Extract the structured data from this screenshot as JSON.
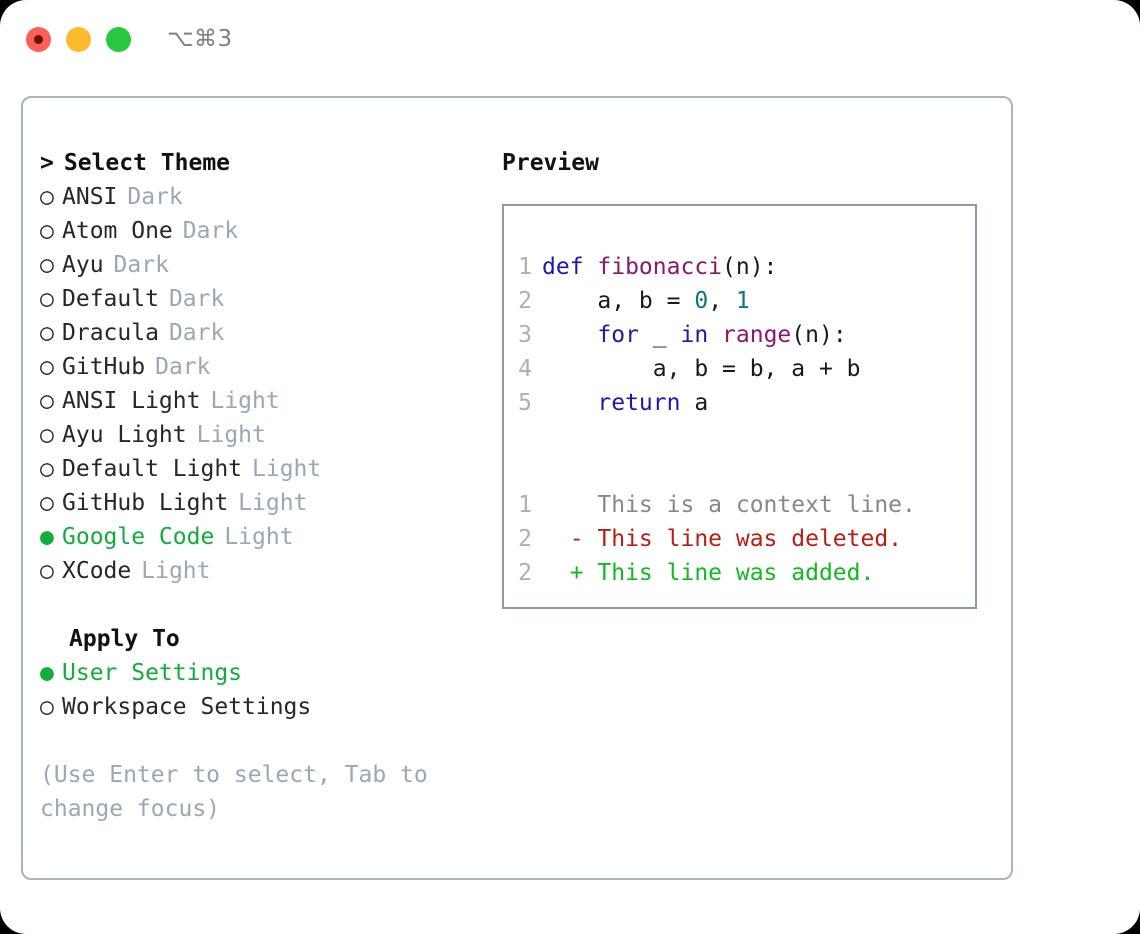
{
  "window": {
    "title": "⌥⌘3",
    "traffic_lights": [
      {
        "name": "close",
        "color": "#fb5f57"
      },
      {
        "name": "minimize",
        "color": "#fcbb2e"
      },
      {
        "name": "maximize",
        "color": "#28c83f"
      }
    ]
  },
  "theme_picker": {
    "caret": ">",
    "header": "Select Theme",
    "marker_off": "○",
    "marker_on": "●",
    "items": [
      {
        "label": "ANSI",
        "variant": "Dark",
        "selected": false
      },
      {
        "label": "Atom One",
        "variant": "Dark",
        "selected": false
      },
      {
        "label": "Ayu",
        "variant": "Dark",
        "selected": false
      },
      {
        "label": "Default",
        "variant": "Dark",
        "selected": false
      },
      {
        "label": "Dracula",
        "variant": "Dark",
        "selected": false
      },
      {
        "label": "GitHub",
        "variant": "Dark",
        "selected": false
      },
      {
        "label": "ANSI Light",
        "variant": "Light",
        "selected": false
      },
      {
        "label": "Ayu Light",
        "variant": "Light",
        "selected": false
      },
      {
        "label": "Default Light",
        "variant": "Light",
        "selected": false
      },
      {
        "label": "GitHub Light",
        "variant": "Light",
        "selected": false
      },
      {
        "label": "Google Code",
        "variant": "Light",
        "selected": true
      },
      {
        "label": "XCode",
        "variant": "Light",
        "selected": false
      }
    ]
  },
  "apply_to": {
    "title": "Apply To",
    "items": [
      {
        "label": "User Settings",
        "selected": true
      },
      {
        "label": "Workspace Settings",
        "selected": false
      }
    ]
  },
  "hint": "(Use Enter to select, Tab to\nchange focus)",
  "preview": {
    "title": "Preview",
    "code_lines": [
      {
        "number": "1",
        "tokens": [
          {
            "text": "def ",
            "type": "kw"
          },
          {
            "text": "fibonacci",
            "type": "fn"
          },
          {
            "text": "(n):",
            "type": "pl"
          }
        ]
      },
      {
        "number": "2",
        "tokens": [
          {
            "text": "    a, b = ",
            "type": "pl"
          },
          {
            "text": "0",
            "type": "num"
          },
          {
            "text": ", ",
            "type": "pl"
          },
          {
            "text": "1",
            "type": "num"
          }
        ]
      },
      {
        "number": "3",
        "tokens": [
          {
            "text": "    ",
            "type": "pl"
          },
          {
            "text": "for",
            "type": "kw"
          },
          {
            "text": " _ ",
            "type": "pl"
          },
          {
            "text": "in",
            "type": "kw"
          },
          {
            "text": " ",
            "type": "pl"
          },
          {
            "text": "range",
            "type": "fn"
          },
          {
            "text": "(n):",
            "type": "pl"
          }
        ]
      },
      {
        "number": "4",
        "tokens": [
          {
            "text": "        a, b = b, a + b",
            "type": "pl"
          }
        ]
      },
      {
        "number": "5",
        "tokens": [
          {
            "text": "    ",
            "type": "pl"
          },
          {
            "text": "return",
            "type": "kw"
          },
          {
            "text": " a",
            "type": "pl"
          }
        ]
      }
    ],
    "diff_lines": [
      {
        "number": "1",
        "sign": " ",
        "text": "This is a context line.",
        "type": "ctx"
      },
      {
        "number": "2",
        "sign": "-",
        "text": "This line was deleted.",
        "type": "del"
      },
      {
        "number": "2",
        "sign": "+",
        "text": "This line was added.",
        "type": "add"
      }
    ]
  },
  "colors": {
    "accent_green": "#13ad3b",
    "muted": "#9aa7b5",
    "panel_border": "#a8b4c2",
    "preview_border": "#8b9bab",
    "keyword": "#1c18b5",
    "function": "#8e1572",
    "number": "#0b7a75",
    "diff_context": "#808a8f",
    "diff_deleted": "#c01b12",
    "diff_added": "#10bb22"
  }
}
